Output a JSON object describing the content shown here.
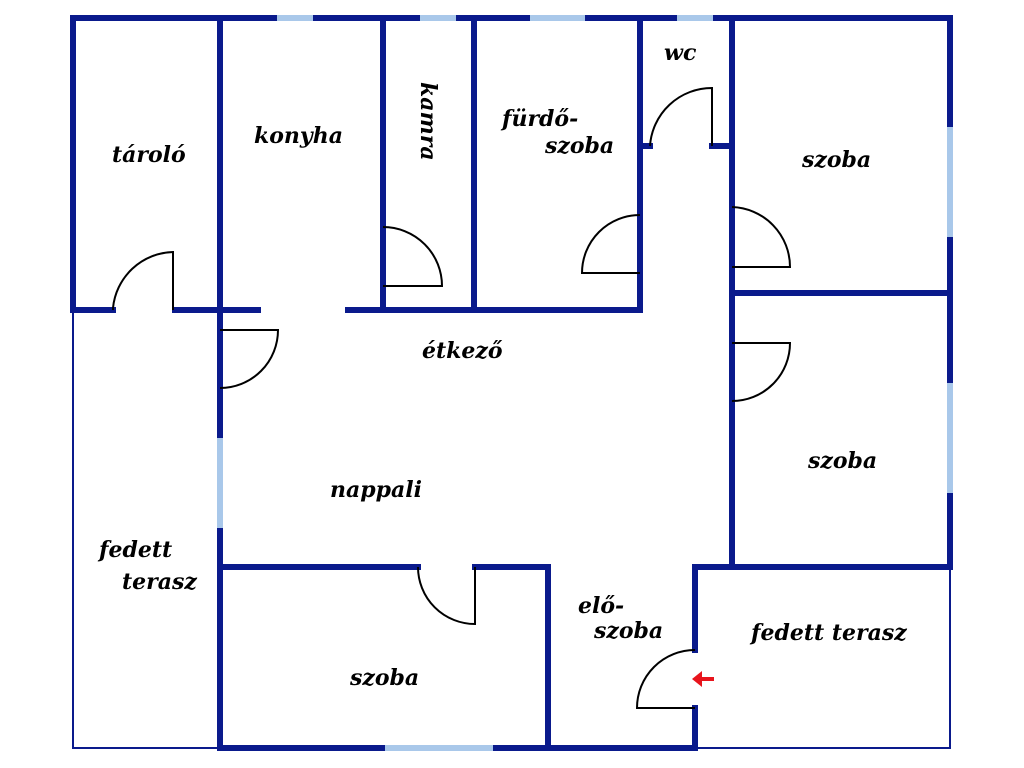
{
  "rooms": {
    "tarolo": "tároló",
    "konyha": "konyha",
    "kamra": "kamra",
    "furdo_1": "fürdő-",
    "furdo_2": "szoba",
    "wc": "wc",
    "szoba_ne": "szoba",
    "etkezo": "étkező",
    "nappali": "nappali",
    "szoba_e": "szoba",
    "fedett_terasz_w_1": "fedett",
    "fedett_terasz_w_2": "terasz",
    "eloszoba_1": "elő-",
    "eloszoba_2": "szoba",
    "fedett_terasz_se": "fedett terasz",
    "szoba_s": "szoba"
  },
  "icons": {
    "entrance": "entrance-arrow-icon"
  },
  "colors": {
    "wall": "#0a1a8c",
    "window": "#a9c8ea",
    "door": "#000000",
    "entrance_arrow": "#e8141c"
  }
}
